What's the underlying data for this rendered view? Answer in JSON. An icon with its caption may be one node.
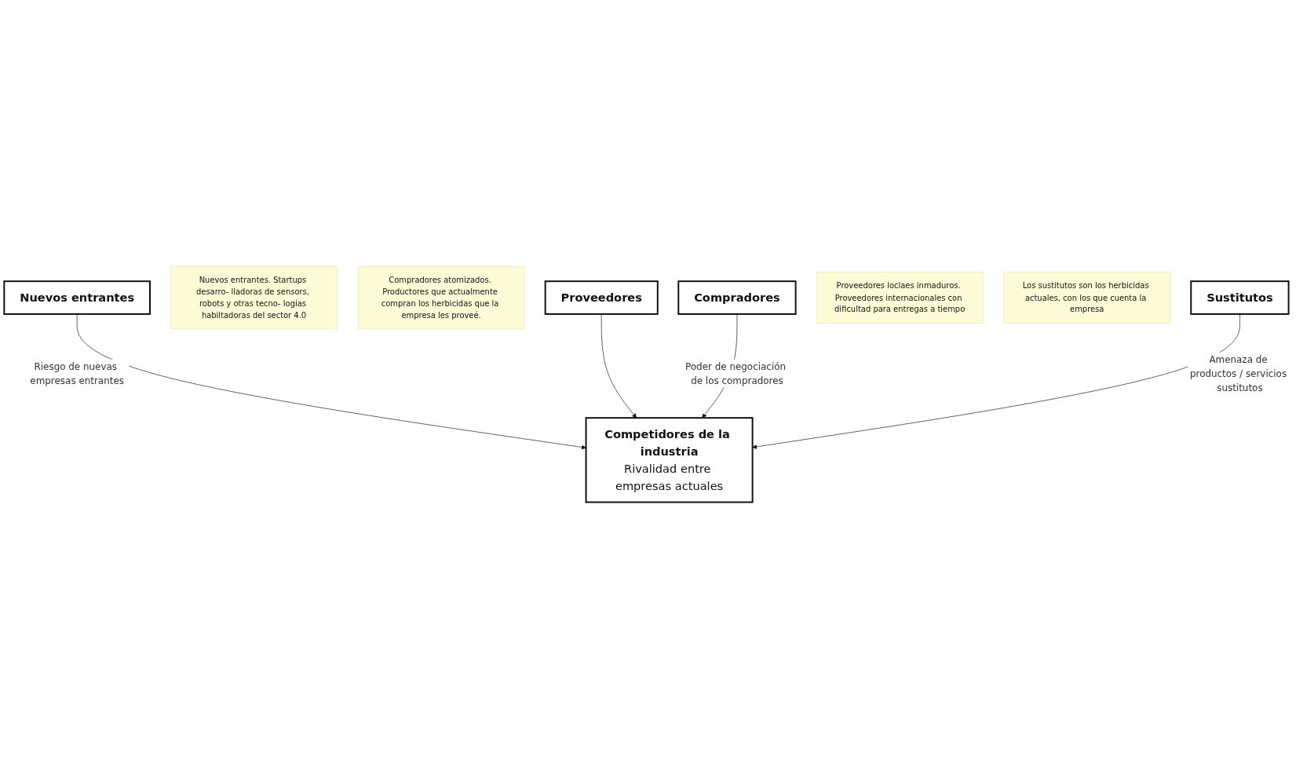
{
  "diagram": {
    "nodes": [
      {
        "text": [
          "Nuevos entrantes"
        ]
      },
      {
        "text": [
          "Nuevos entrantes. Startups desarro- lladoras de sensors, robots y otras tecno- logías habiltadoras del sector 4.0"
        ]
      },
      {
        "text": [
          "Compradores atomizados. Productores que actualmente compran los herbicidas que la empresa les proveé."
        ]
      },
      {
        "text": [
          "Competidores de la industria",
          "Rivalidad entre empresas actuales"
        ]
      },
      {
        "text": [
          "Proveedores"
        ]
      },
      {
        "text": [
          "Compradores"
        ]
      },
      {
        "text": [
          "Proveedores loclaes inmaduros. Proveedores internacionales con dificultad para entregas a tiempo"
        ]
      },
      {
        "text": [
          "Los sustitutos son los herbicidas actuales, con los que cuenta la empresa"
        ]
      },
      {
        "text": [
          "Sustitutos"
        ]
      }
    ],
    "edges": [
      {
        "from": 0,
        "to": 3,
        "arrow": "to",
        "label": "Riesgo de nuevas empresas entrantes"
      },
      {
        "from": 4,
        "to": 3,
        "arrow": "to"
      },
      {
        "from": 5,
        "to": 3,
        "arrow": "to",
        "label": "Poder de negociación de los compradores"
      },
      {
        "from": 8,
        "to": 3,
        "arrow": "to",
        "label": "Amenaza de productos / servicios sustitutos"
      }
    ]
  }
}
